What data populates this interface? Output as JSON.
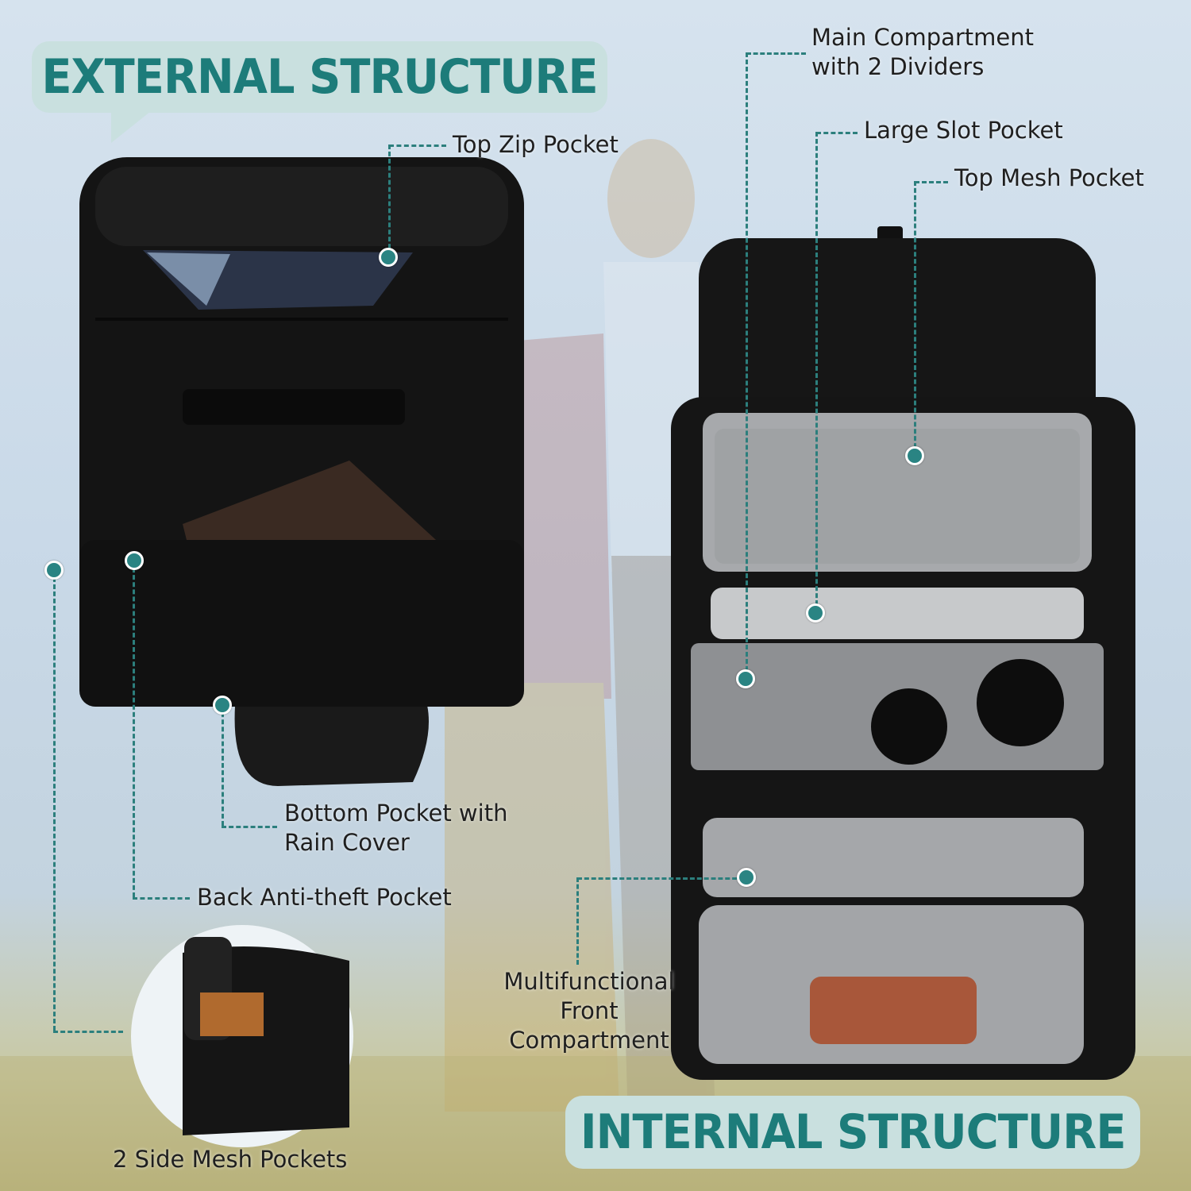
{
  "headings": {
    "external": "EXTERNAL STRUCTURE",
    "internal": "INTERNAL STRUCTURE"
  },
  "callouts": {
    "main_compartment_line1": "Main Compartment",
    "main_compartment_line2": "with 2 Dividers",
    "large_slot": "Large Slot Pocket",
    "top_mesh": "Top Mesh Pocket",
    "top_zip": "Top Zip Pocket",
    "bottom_pocket_line1": "Bottom Pocket with",
    "bottom_pocket_line2": "Rain Cover",
    "back_anti_theft": "Back Anti-theft Pocket",
    "side_mesh": "2 Side Mesh Pockets",
    "front_line1": "Multifunctional",
    "front_line2": "Front",
    "front_line3": "Compartment"
  },
  "colors": {
    "accent": "#1d7c7a",
    "bubble": "#c9e0df",
    "bag": "#151515",
    "lining": "#a9abae"
  }
}
